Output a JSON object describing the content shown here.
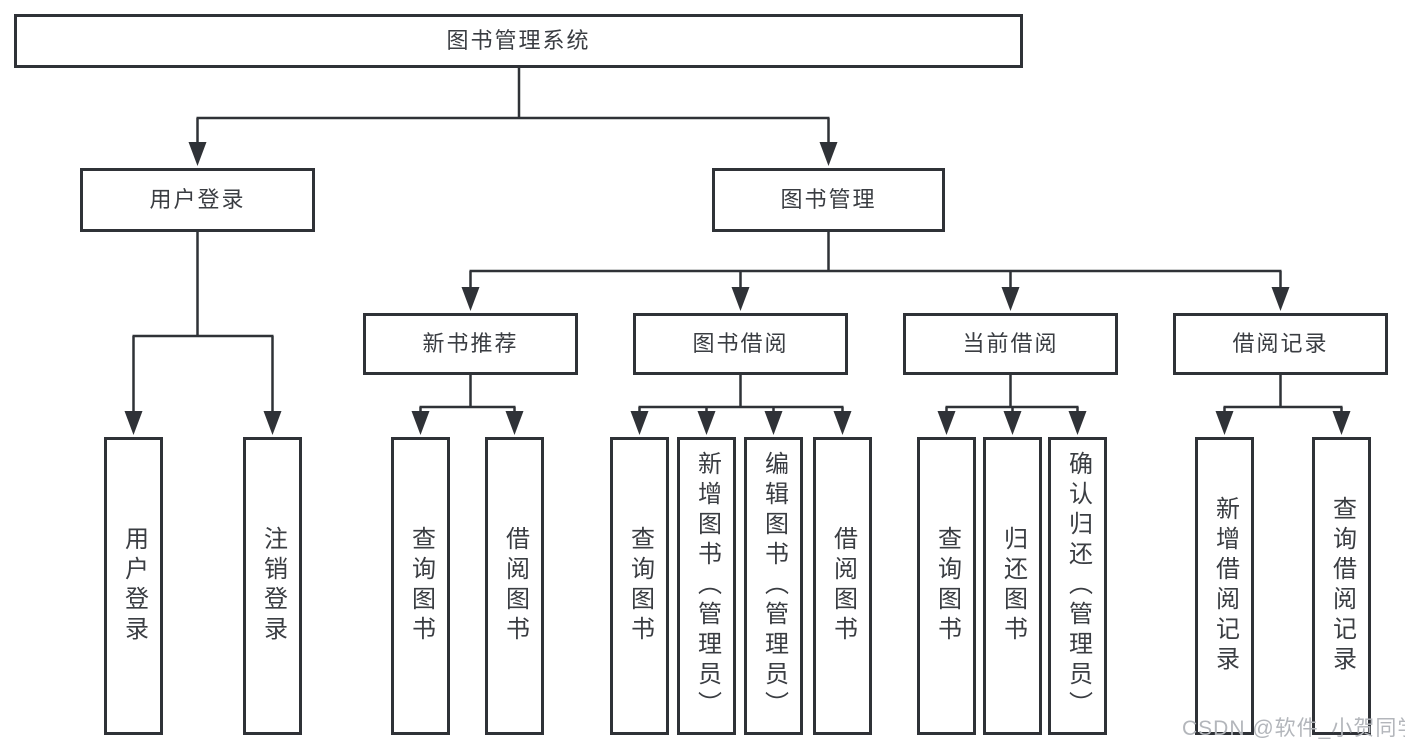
{
  "diagram": {
    "root": "图书管理系统",
    "branches": {
      "user_login": "用户登录",
      "book_management": "图书管理"
    },
    "modules": {
      "new_book_recommend": "新书推荐",
      "book_borrow": "图书借阅",
      "current_borrow": "当前借阅",
      "borrow_record": "借阅记录"
    },
    "leaves": {
      "user_login": [
        "用户登录",
        "注销登录"
      ],
      "new_book_recommend": [
        "查询图书",
        "借阅图书"
      ],
      "book_borrow": [
        "查询图书",
        "新增图书（管理员）",
        "编辑图书（管理员）",
        "借阅图书"
      ],
      "current_borrow": [
        "查询图书",
        "归还图书",
        "确认归还（管理员）"
      ],
      "borrow_record": [
        "新增借阅记录",
        "查询借阅记录"
      ]
    }
  },
  "watermark": "CSDN @软件_小贺同学",
  "colors": {
    "line": "#2f3237",
    "text": "#3a3d42",
    "background": "#ffffff",
    "watermark": "#b3b6bb"
  }
}
